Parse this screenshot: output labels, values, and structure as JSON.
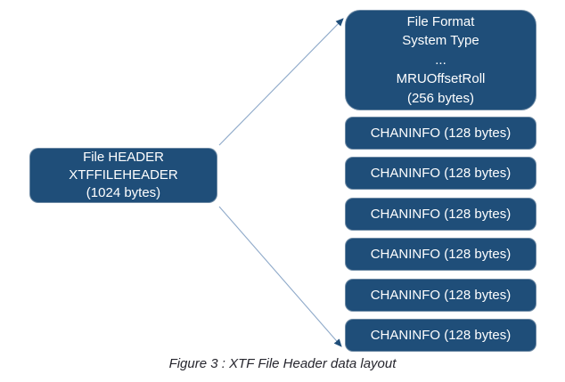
{
  "colors": {
    "background": "#ffffff",
    "box_fill": "#1f4e79",
    "box_border": "#9eafc0",
    "box_text": "#ffffff",
    "connector_line": "#8ea9c9",
    "connector_arrowhead": "#1f4e79",
    "caption_text": "#26262e"
  },
  "diagram": {
    "header_box": {
      "lines": [
        "File HEADER",
        "XTFFILEHEADER",
        "(1024 bytes)"
      ]
    },
    "format_box": {
      "lines": [
        "File Format",
        "System Type",
        "...",
        "MRUOffsetRoll",
        "(256 bytes)"
      ]
    },
    "chaninfo_boxes": [
      {
        "label": "CHANINFO (128 bytes)"
      },
      {
        "label": "CHANINFO (128 bytes)"
      },
      {
        "label": "CHANINFO (128 bytes)"
      },
      {
        "label": "CHANINFO (128 bytes)"
      },
      {
        "label": "CHANINFO (128 bytes)"
      },
      {
        "label": "CHANINFO (128 bytes)"
      }
    ]
  },
  "caption": "Figure 3 : XTF File Header data layout"
}
